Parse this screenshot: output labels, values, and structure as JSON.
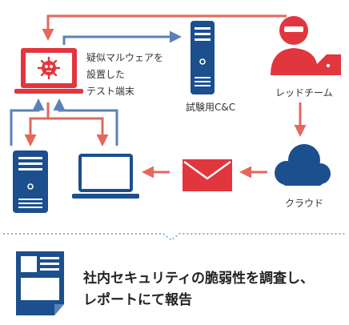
{
  "labels": {
    "test_terminal": [
      "疑似マルウェアを",
      "設置した",
      "テスト端末"
    ],
    "cc_server": "試験用C&C",
    "red_team": "レッドチーム",
    "cloud": "クラウド"
  },
  "summary": [
    "社内セキュリティの脆弱性を調査し、",
    "レポートにて報告"
  ],
  "colors": {
    "red": "#e2363e",
    "salmon": "#e4675c",
    "navy": "#1b4f8d",
    "steel_blue": "#5b82b7",
    "dotted": "#8fb0cf"
  },
  "icons": [
    "malware-laptop-icon",
    "cc-server-icon",
    "red-team-hacker-icon",
    "cloud-icon",
    "email-icon",
    "laptop-icon",
    "server-tower-icon",
    "report-document-icon"
  ]
}
